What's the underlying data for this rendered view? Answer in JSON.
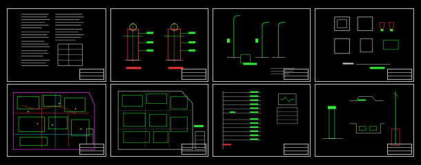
{
  "canvas": {
    "background": "#000000"
  },
  "colors": {
    "frame": "#cfcfcf",
    "text": "#e8e8e8",
    "green": "#36ff3a",
    "cyan": "#28ffff",
    "red": "#ff3a3a",
    "magenta": "#ff4cff",
    "yellow": "#ffff44",
    "blue": "#4a7dff"
  },
  "sheets": [
    {
      "id": "notes",
      "kind": "text"
    },
    {
      "id": "foundation-detail",
      "kind": "detail"
    },
    {
      "id": "pole-elevation",
      "kind": "elevation"
    },
    {
      "id": "box-detail",
      "kind": "boxes"
    },
    {
      "id": "site-plan-1",
      "kind": "plan"
    },
    {
      "id": "site-plan-2",
      "kind": "plan"
    },
    {
      "id": "distribution-diagram",
      "kind": "schematic"
    },
    {
      "id": "cable-detail",
      "kind": "section"
    }
  ]
}
